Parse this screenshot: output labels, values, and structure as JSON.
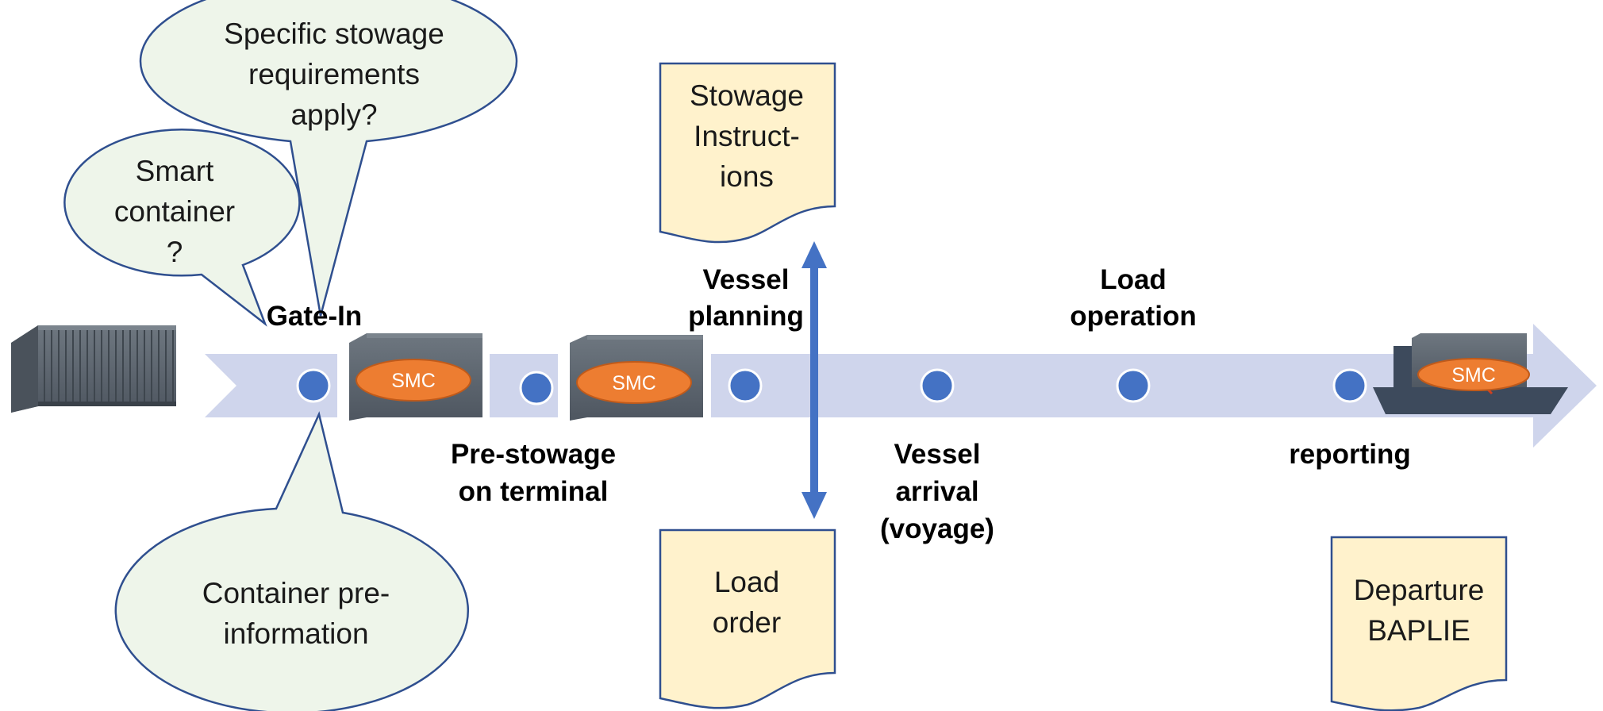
{
  "colors": {
    "band": "#cfd5ec",
    "node": "#4472c4",
    "node_stroke": "#ffffff",
    "bubble_fill": "#eef5ea",
    "bubble_stroke": "#2f4f8f",
    "doc_fill": "#fff2cc",
    "doc_stroke": "#2f4f8f",
    "smc_fill": "#ed7d31",
    "container": "#5c6670",
    "ship": "#3d4a5c",
    "arrow": "#4472c4"
  },
  "bubbles": {
    "stowage_req": [
      "Specific stowage",
      "requirements",
      "apply?"
    ],
    "smart_container": [
      "Smart",
      "container",
      "?"
    ],
    "pre_information": [
      "Container pre-",
      "information"
    ]
  },
  "documents": {
    "stowage_instructions": [
      "Stowage",
      "Instruct-",
      "ions"
    ],
    "load_order": [
      "Load",
      "order"
    ],
    "departure_baplie": [
      "Departure",
      "BAPLIE"
    ]
  },
  "steps": {
    "gate_in": [
      "Gate-In"
    ],
    "pre_stowage": [
      "Pre-stowage",
      "on terminal"
    ],
    "vessel_planning": [
      "Vessel",
      "planning"
    ],
    "vessel_arrival": [
      "Vessel",
      "arrival",
      "(voyage)"
    ],
    "load_operation": [
      "Load",
      "operation"
    ],
    "reporting": [
      "reporting"
    ]
  },
  "smc_label": "SMC"
}
